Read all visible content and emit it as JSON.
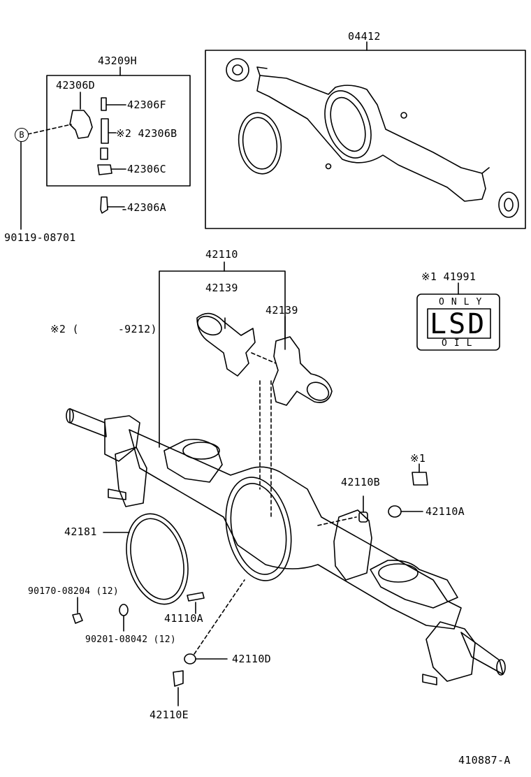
{
  "labels": {
    "kit_main": "04412",
    "kit_breather": "43209H",
    "p42306D": "42306D",
    "p42306F": "42306F",
    "p42306B": "※2 42306B",
    "p42306C": "42306C",
    "p42306A": "42306A",
    "p90119": "90119-08701",
    "p42110": "42110",
    "p42139_left": "42139",
    "p42139_right": "42139",
    "note_2": "※2 (      -9212)",
    "p41991": "※1 41991",
    "note_1": "※1",
    "p42110B": "42110B",
    "p42110A": "42110A",
    "p42181": "42181",
    "p90170": "90170-08204 (12)",
    "p90201": "90201-08042 (12)",
    "p41110A": "41110A",
    "p42110D": "42110D",
    "p42110E": "42110E",
    "figure_id": "410887-A"
  },
  "callout": {
    "letter": "B"
  },
  "lsd_plate": {
    "top": "ONLY",
    "main": "LSD",
    "bottom": "OIL"
  }
}
